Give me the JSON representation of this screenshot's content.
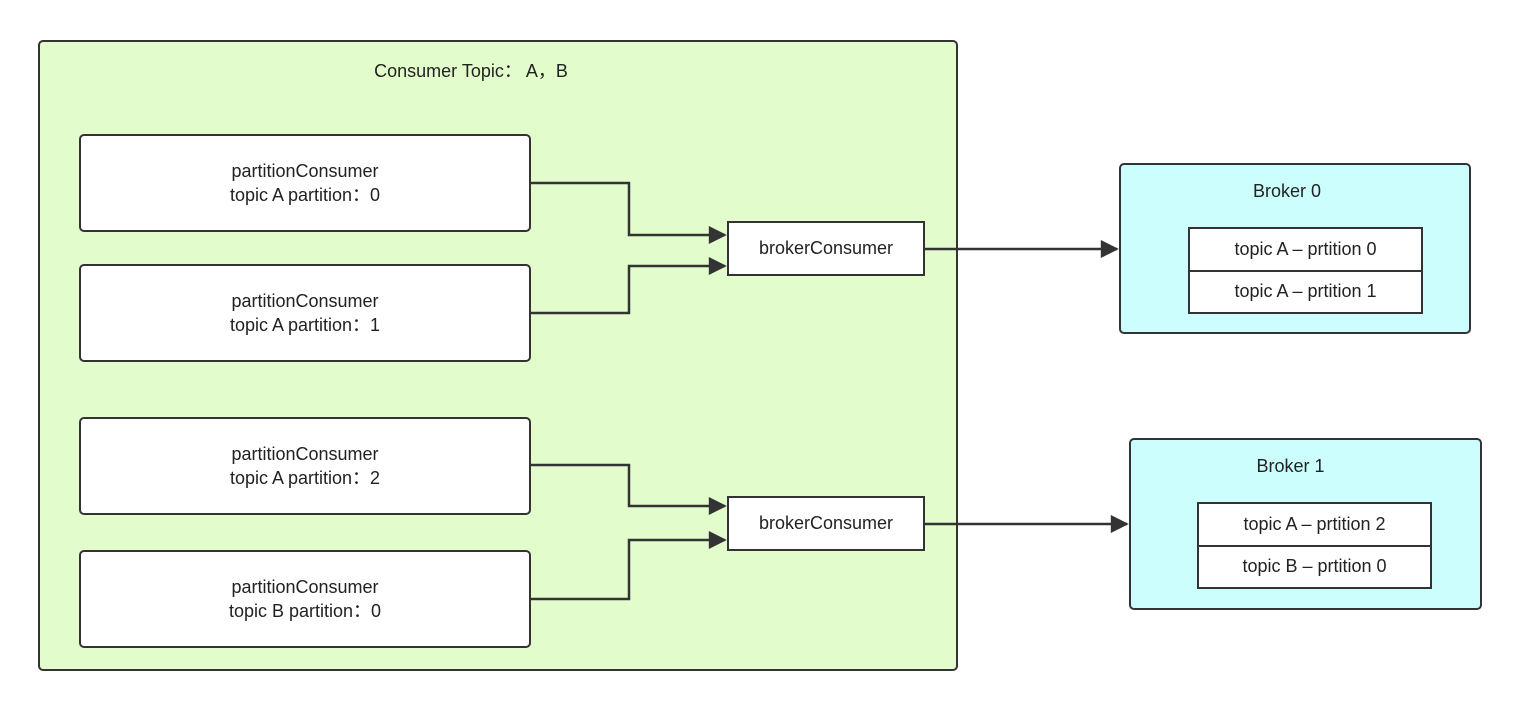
{
  "consumer_group": {
    "title": "Consumer Topic： A，B",
    "partition_consumers": [
      {
        "name": "partitionConsumer",
        "detail": "topic A partition：0"
      },
      {
        "name": "partitionConsumer",
        "detail": "topic A partition：1"
      },
      {
        "name": "partitionConsumer",
        "detail": "topic A partition：2"
      },
      {
        "name": "partitionConsumer",
        "detail": "topic B partition：0"
      }
    ],
    "broker_consumers": [
      {
        "label": "brokerConsumer"
      },
      {
        "label": "brokerConsumer"
      }
    ]
  },
  "brokers": [
    {
      "title": "Broker 0",
      "partitions": [
        "topic A – prtition 0",
        "topic A – prtition 1"
      ]
    },
    {
      "title": "Broker 1",
      "partitions": [
        "topic A – prtition 2",
        "topic B – prtition 0"
      ]
    }
  ],
  "colors": {
    "consumer_group_fill": "#e3fccc",
    "broker_fill": "#ccfefe",
    "stroke": "#333333"
  }
}
